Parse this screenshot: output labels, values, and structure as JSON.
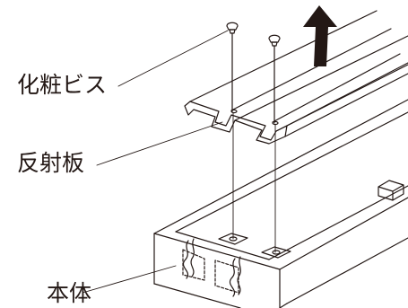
{
  "labels": {
    "screw": "化粧ビス",
    "reflector": "反射板",
    "body": "本体"
  },
  "icons": {
    "lift_arrow": "arrow-up-icon"
  },
  "colors": {
    "line": "#231815",
    "background": "#ffffff"
  }
}
